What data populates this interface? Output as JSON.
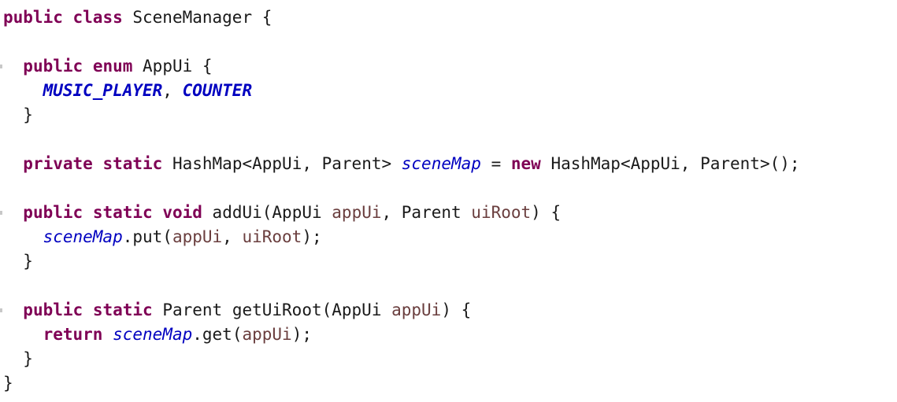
{
  "code": {
    "lines": [
      [
        {
          "t": "kw",
          "v": "public"
        },
        {
          "t": "plain",
          "v": " "
        },
        {
          "t": "kw",
          "v": "class"
        },
        {
          "t": "plain",
          "v": " SceneManager {"
        }
      ],
      [],
      [
        {
          "t": "plain",
          "v": "  "
        },
        {
          "t": "kw",
          "v": "public"
        },
        {
          "t": "plain",
          "v": " "
        },
        {
          "t": "kw",
          "v": "enum"
        },
        {
          "t": "plain",
          "v": " AppUi {"
        }
      ],
      [
        {
          "t": "plain",
          "v": "    "
        },
        {
          "t": "const",
          "v": "MUSIC_PLAYER"
        },
        {
          "t": "plain",
          "v": ", "
        },
        {
          "t": "const",
          "v": "COUNTER"
        }
      ],
      [
        {
          "t": "plain",
          "v": "  }"
        }
      ],
      [],
      [
        {
          "t": "plain",
          "v": "  "
        },
        {
          "t": "kw",
          "v": "private"
        },
        {
          "t": "plain",
          "v": " "
        },
        {
          "t": "kw",
          "v": "static"
        },
        {
          "t": "plain",
          "v": " HashMap<AppUi, Parent> "
        },
        {
          "t": "field",
          "v": "sceneMap"
        },
        {
          "t": "plain",
          "v": " = "
        },
        {
          "t": "kw",
          "v": "new"
        },
        {
          "t": "plain",
          "v": " HashMap<AppUi, Parent>();"
        }
      ],
      [],
      [
        {
          "t": "plain",
          "v": "  "
        },
        {
          "t": "kw",
          "v": "public"
        },
        {
          "t": "plain",
          "v": " "
        },
        {
          "t": "kw",
          "v": "static"
        },
        {
          "t": "plain",
          "v": " "
        },
        {
          "t": "kw",
          "v": "void"
        },
        {
          "t": "plain",
          "v": " addUi(AppUi "
        },
        {
          "t": "param",
          "v": "appUi"
        },
        {
          "t": "plain",
          "v": ", Parent "
        },
        {
          "t": "param",
          "v": "uiRoot"
        },
        {
          "t": "plain",
          "v": ") {"
        }
      ],
      [
        {
          "t": "plain",
          "v": "    "
        },
        {
          "t": "field",
          "v": "sceneMap"
        },
        {
          "t": "plain",
          "v": ".put("
        },
        {
          "t": "param",
          "v": "appUi"
        },
        {
          "t": "plain",
          "v": ", "
        },
        {
          "t": "param",
          "v": "uiRoot"
        },
        {
          "t": "plain",
          "v": ");"
        }
      ],
      [
        {
          "t": "plain",
          "v": "  }"
        }
      ],
      [],
      [
        {
          "t": "plain",
          "v": "  "
        },
        {
          "t": "kw",
          "v": "public"
        },
        {
          "t": "plain",
          "v": " "
        },
        {
          "t": "kw",
          "v": "static"
        },
        {
          "t": "plain",
          "v": " Parent getUiRoot(AppUi "
        },
        {
          "t": "param",
          "v": "appUi"
        },
        {
          "t": "plain",
          "v": ") {"
        }
      ],
      [
        {
          "t": "plain",
          "v": "    "
        },
        {
          "t": "kw",
          "v": "return"
        },
        {
          "t": "plain",
          "v": " "
        },
        {
          "t": "field",
          "v": "sceneMap"
        },
        {
          "t": "plain",
          "v": ".get("
        },
        {
          "t": "param",
          "v": "appUi"
        },
        {
          "t": "plain",
          "v": ");"
        }
      ],
      [
        {
          "t": "plain",
          "v": "  }"
        }
      ],
      [
        {
          "t": "plain",
          "v": "}"
        }
      ]
    ]
  },
  "colors": {
    "keyword": "#7f0055",
    "constant": "#0000c0",
    "field": "#0000c0",
    "parameter": "#6a3e3e",
    "text": "#1a1a1a",
    "background": "#ffffff"
  }
}
